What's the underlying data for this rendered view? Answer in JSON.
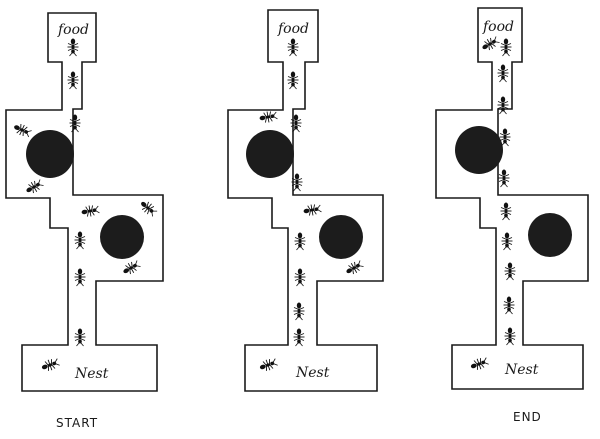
{
  "panels": [
    {
      "id": "start",
      "food_label": "food",
      "nest_label": "Nest",
      "caption": "START",
      "ants": [
        [
          73,
          47,
          90
        ],
        [
          73,
          80,
          90
        ],
        [
          75,
          123,
          90
        ],
        [
          22,
          130,
          25
        ],
        [
          34,
          187,
          -30
        ],
        [
          90,
          211,
          -10
        ],
        [
          148,
          208,
          40
        ],
        [
          80,
          240,
          90
        ],
        [
          131,
          268,
          -30
        ],
        [
          80,
          277,
          90
        ],
        [
          80,
          337,
          90
        ],
        [
          50,
          365,
          -20
        ]
      ]
    },
    {
      "id": "middle",
      "food_label": "food",
      "nest_label": "Nest",
      "caption": "",
      "ants": [
        [
          293,
          47,
          90
        ],
        [
          293,
          80,
          90
        ],
        [
          268,
          117,
          -10
        ],
        [
          296,
          123,
          90
        ],
        [
          297,
          182,
          90
        ],
        [
          312,
          210,
          -10
        ],
        [
          300,
          241,
          90
        ],
        [
          354,
          268,
          -30
        ],
        [
          300,
          277,
          90
        ],
        [
          299,
          311,
          90
        ],
        [
          299,
          337,
          90
        ],
        [
          268,
          365,
          -20
        ]
      ]
    },
    {
      "id": "end",
      "food_label": "food",
      "nest_label": "Nest",
      "caption": "END",
      "ants": [
        [
          490,
          44,
          -30
        ],
        [
          506,
          47,
          90
        ],
        [
          503,
          73,
          90
        ],
        [
          503,
          105,
          90
        ],
        [
          505,
          137,
          90
        ],
        [
          504,
          178,
          90
        ],
        [
          506,
          211,
          90
        ],
        [
          507,
          241,
          90
        ],
        [
          510,
          271,
          90
        ],
        [
          509,
          305,
          90
        ],
        [
          510,
          336,
          90
        ],
        [
          479,
          364,
          -20
        ]
      ]
    }
  ]
}
